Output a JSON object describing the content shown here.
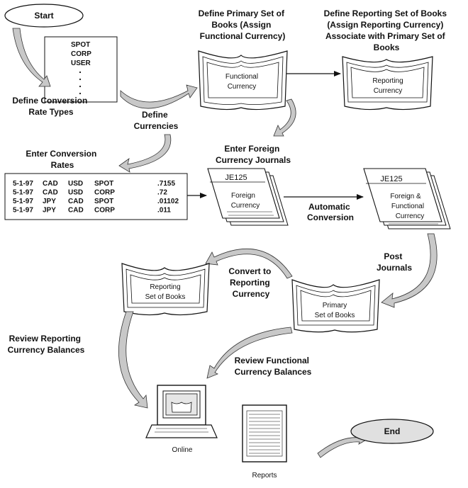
{
  "nodes": {
    "start": "Start",
    "end": "End",
    "rate_type_list": [
      "SPOT",
      "CORP",
      "USER"
    ],
    "define_rate_types": [
      "Define Conversion",
      "Rate Types"
    ],
    "define_primary": [
      "Define Primary Set of",
      "Books (Assign",
      "Functional Currency)"
    ],
    "functional_book": [
      "Functional",
      "Currency"
    ],
    "define_reporting": [
      "Define Reporting Set of Books",
      "(Assign Reporting Currency)",
      "Associate with Primary Set of",
      "Books"
    ],
    "reporting_book": [
      "Reporting",
      "Currency"
    ],
    "define_currencies": [
      "Define",
      "Currencies"
    ],
    "enter_rates": [
      "Enter Conversion",
      "Rates"
    ],
    "rates_table": [
      [
        "5-1-97",
        "CAD",
        "USD",
        "SPOT",
        ".7155"
      ],
      [
        "5-1-97",
        "CAD",
        "USD",
        "CORP",
        ".72"
      ],
      [
        "5-1-97",
        "JPY",
        "CAD",
        "SPOT",
        ".01102"
      ],
      [
        "5-1-97",
        "JPY",
        "CAD",
        "CORP",
        ".011"
      ]
    ],
    "enter_journals": [
      "Enter Foreign",
      "Currency Journals"
    ],
    "journal1_id": "JE125",
    "journal1_text": [
      "Foreign",
      "Currency"
    ],
    "automatic_conversion": [
      "Automatic",
      "Conversion"
    ],
    "journal2_id": "JE125",
    "journal2_text": [
      "Foreign &",
      "Functional",
      "Currency"
    ],
    "post_journals": [
      "Post",
      "Journals"
    ],
    "primary_book": [
      "Primary",
      "Set of Books"
    ],
    "convert_reporting": [
      "Convert to",
      "Reporting",
      "Currency"
    ],
    "reporting_set_book": [
      "Reporting",
      "Set of Books"
    ],
    "review_reporting": [
      "Review  Reporting",
      "Currency Balances"
    ],
    "review_functional": [
      "Review  Functional",
      "Currency Balances"
    ],
    "online": "Online",
    "reports": "Reports"
  }
}
